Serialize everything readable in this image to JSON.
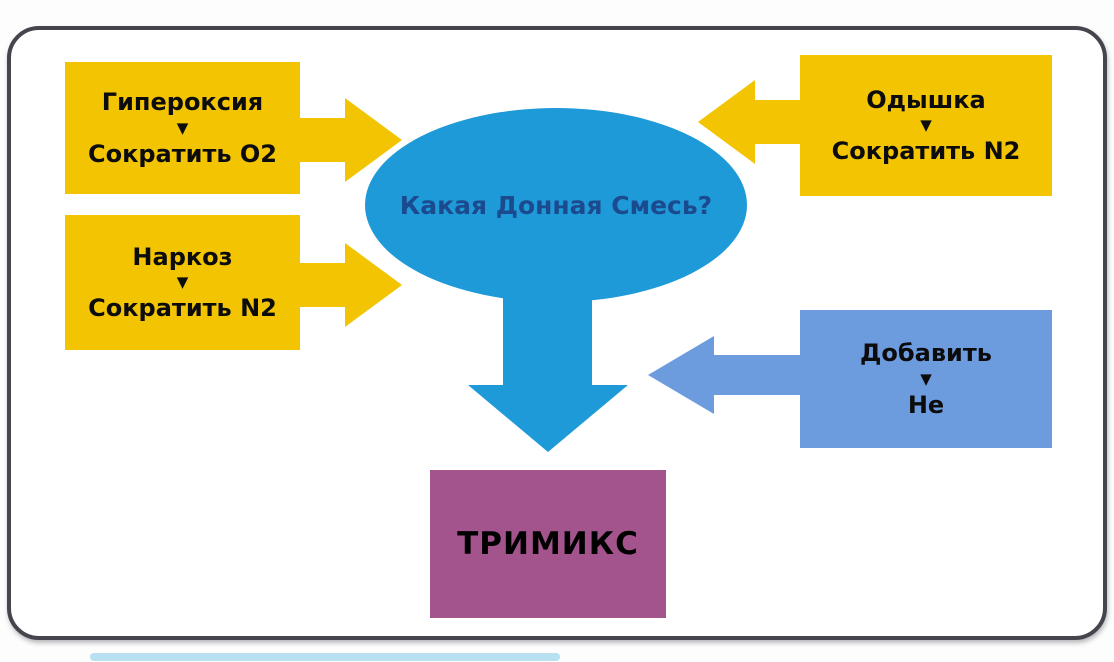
{
  "diagram": {
    "center": {
      "question": "Какая Донная Смесь?"
    },
    "boxes": {
      "hyperoxia": {
        "title": "Гипероксия",
        "action": "Сократить О2"
      },
      "narcosis": {
        "title": "Наркоз",
        "action": "Сократить N2"
      },
      "dyspnea": {
        "title": "Одышка",
        "action": "Сократить N2"
      },
      "helium": {
        "title": "Добавить",
        "action": "He"
      }
    },
    "result": {
      "label": "ТРИМИКС"
    },
    "icons": {
      "down_triangle": "▼"
    },
    "colors": {
      "yellow": "#f2c402",
      "blue": "#1f9ad8",
      "light_blue": "#6c9cde",
      "purple": "#a4548c",
      "question_text": "#1b4a8f",
      "box_text": "#0c0c0c",
      "frame_border": "#45454e"
    }
  }
}
